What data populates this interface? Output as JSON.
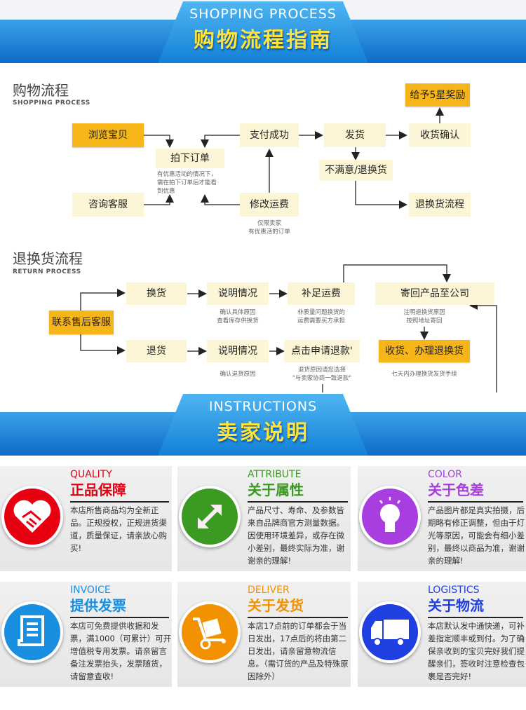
{
  "banner1": {
    "en": "SHOPPING PROCESS",
    "cn": "购物流程指南"
  },
  "shopping": {
    "title": "购物流程",
    "subtitle": "SHOPPING PROCESS",
    "browse": "浏览宝贝",
    "consult": "咨询客服",
    "order": "拍下订单",
    "order_note": "有优惠活动的情况下，需在拍下订单后才能看到优惠",
    "paid": "支付成功",
    "modify": "修改运费",
    "modify_note_1": "仅限卖家",
    "modify_note_2": "有优惠活的订单",
    "ship": "发货",
    "unhappy": "不满意/退换货",
    "receive": "收货确认",
    "five_star": "给予5星奖励",
    "return_flow": "退换货流程"
  },
  "returns": {
    "title": "退换货流程",
    "subtitle": "RETURN PROCESS",
    "contact": "联系售后客服",
    "exchange": "换货",
    "explain1": "说明情况",
    "explain1_note_1": "确认具体原因",
    "explain1_note_2": "查看库存供换货",
    "freight": "补足运费",
    "freight_note_1": "非质量问题换货的",
    "freight_note_2": "运费需要买方承担",
    "sendback": "寄回产品至公司",
    "sendback_note_1": "注明退换货原因",
    "sendback_note_2": "按照地址寄回",
    "refund": "退货",
    "explain2": "说明情况",
    "explain2_note": "确认退货原因",
    "apply": "点击申请退款'",
    "apply_note_1": "退货原因请您选择",
    "apply_note_2": "\"与卖家协商一致退款\"",
    "handle": "收货、办理退换货",
    "handle_note": "七天内办理换货发货手续"
  },
  "banner2": {
    "en": "INSTRUCTIONS",
    "cn": "卖家说明"
  },
  "cards": [
    {
      "en": "QUALITY",
      "cn": "正品保障",
      "text": "本店所售商品均为全新正品。正规授权，正规进货渠道，质量保证，请亲放心购买!",
      "color": "#e60012",
      "icon": "handshake-heart-icon"
    },
    {
      "en": "ATTRIBUTE",
      "cn": "关于属性",
      "text": "产品尺寸、寿命、及参数皆来自品牌商官方测量数据。因使用环境差异，或存在微小差别，最终实际为准，谢谢亲的理解!",
      "color": "#3a9a22",
      "icon": "resize-arrow-icon"
    },
    {
      "en": "COLOR",
      "cn": "关于色差",
      "text": "产品图片都是真实拍摄，后期略有修正调整，但由于灯光等原因，可能会有细小差别，最终以商品为准，谢谢亲的理解!",
      "color": "#a93ee0",
      "icon": "light-bulb-icon"
    },
    {
      "en": "INVOICE",
      "cn": "提供发票",
      "text": "本店可免费提供收据和发票，满1000（可累计）可开增值税专用发票。请亲留言备注发票抬头，发票随货，请留意查收!",
      "color": "#1a8fe0",
      "icon": "receipt-icon"
    },
    {
      "en": "DELIVER",
      "cn": "关于发货",
      "text": "本店17点前的订单都会于当日发出，17点后的将由第二日发出，请亲留意物流信息。（需订货的产品及特殊原因除外）",
      "color": "#f39200",
      "icon": "hand-truck-icon"
    },
    {
      "en": "LOGISTICS",
      "cn": "关于物流",
      "text": "本店默认发中通快递，可补差指定顺丰或到付。为了确保亲收到的宝贝完好我们提醒亲们，签收时注意检查包裹是否完好!",
      "color": "#1f3fe0",
      "icon": "truck-icon"
    }
  ]
}
